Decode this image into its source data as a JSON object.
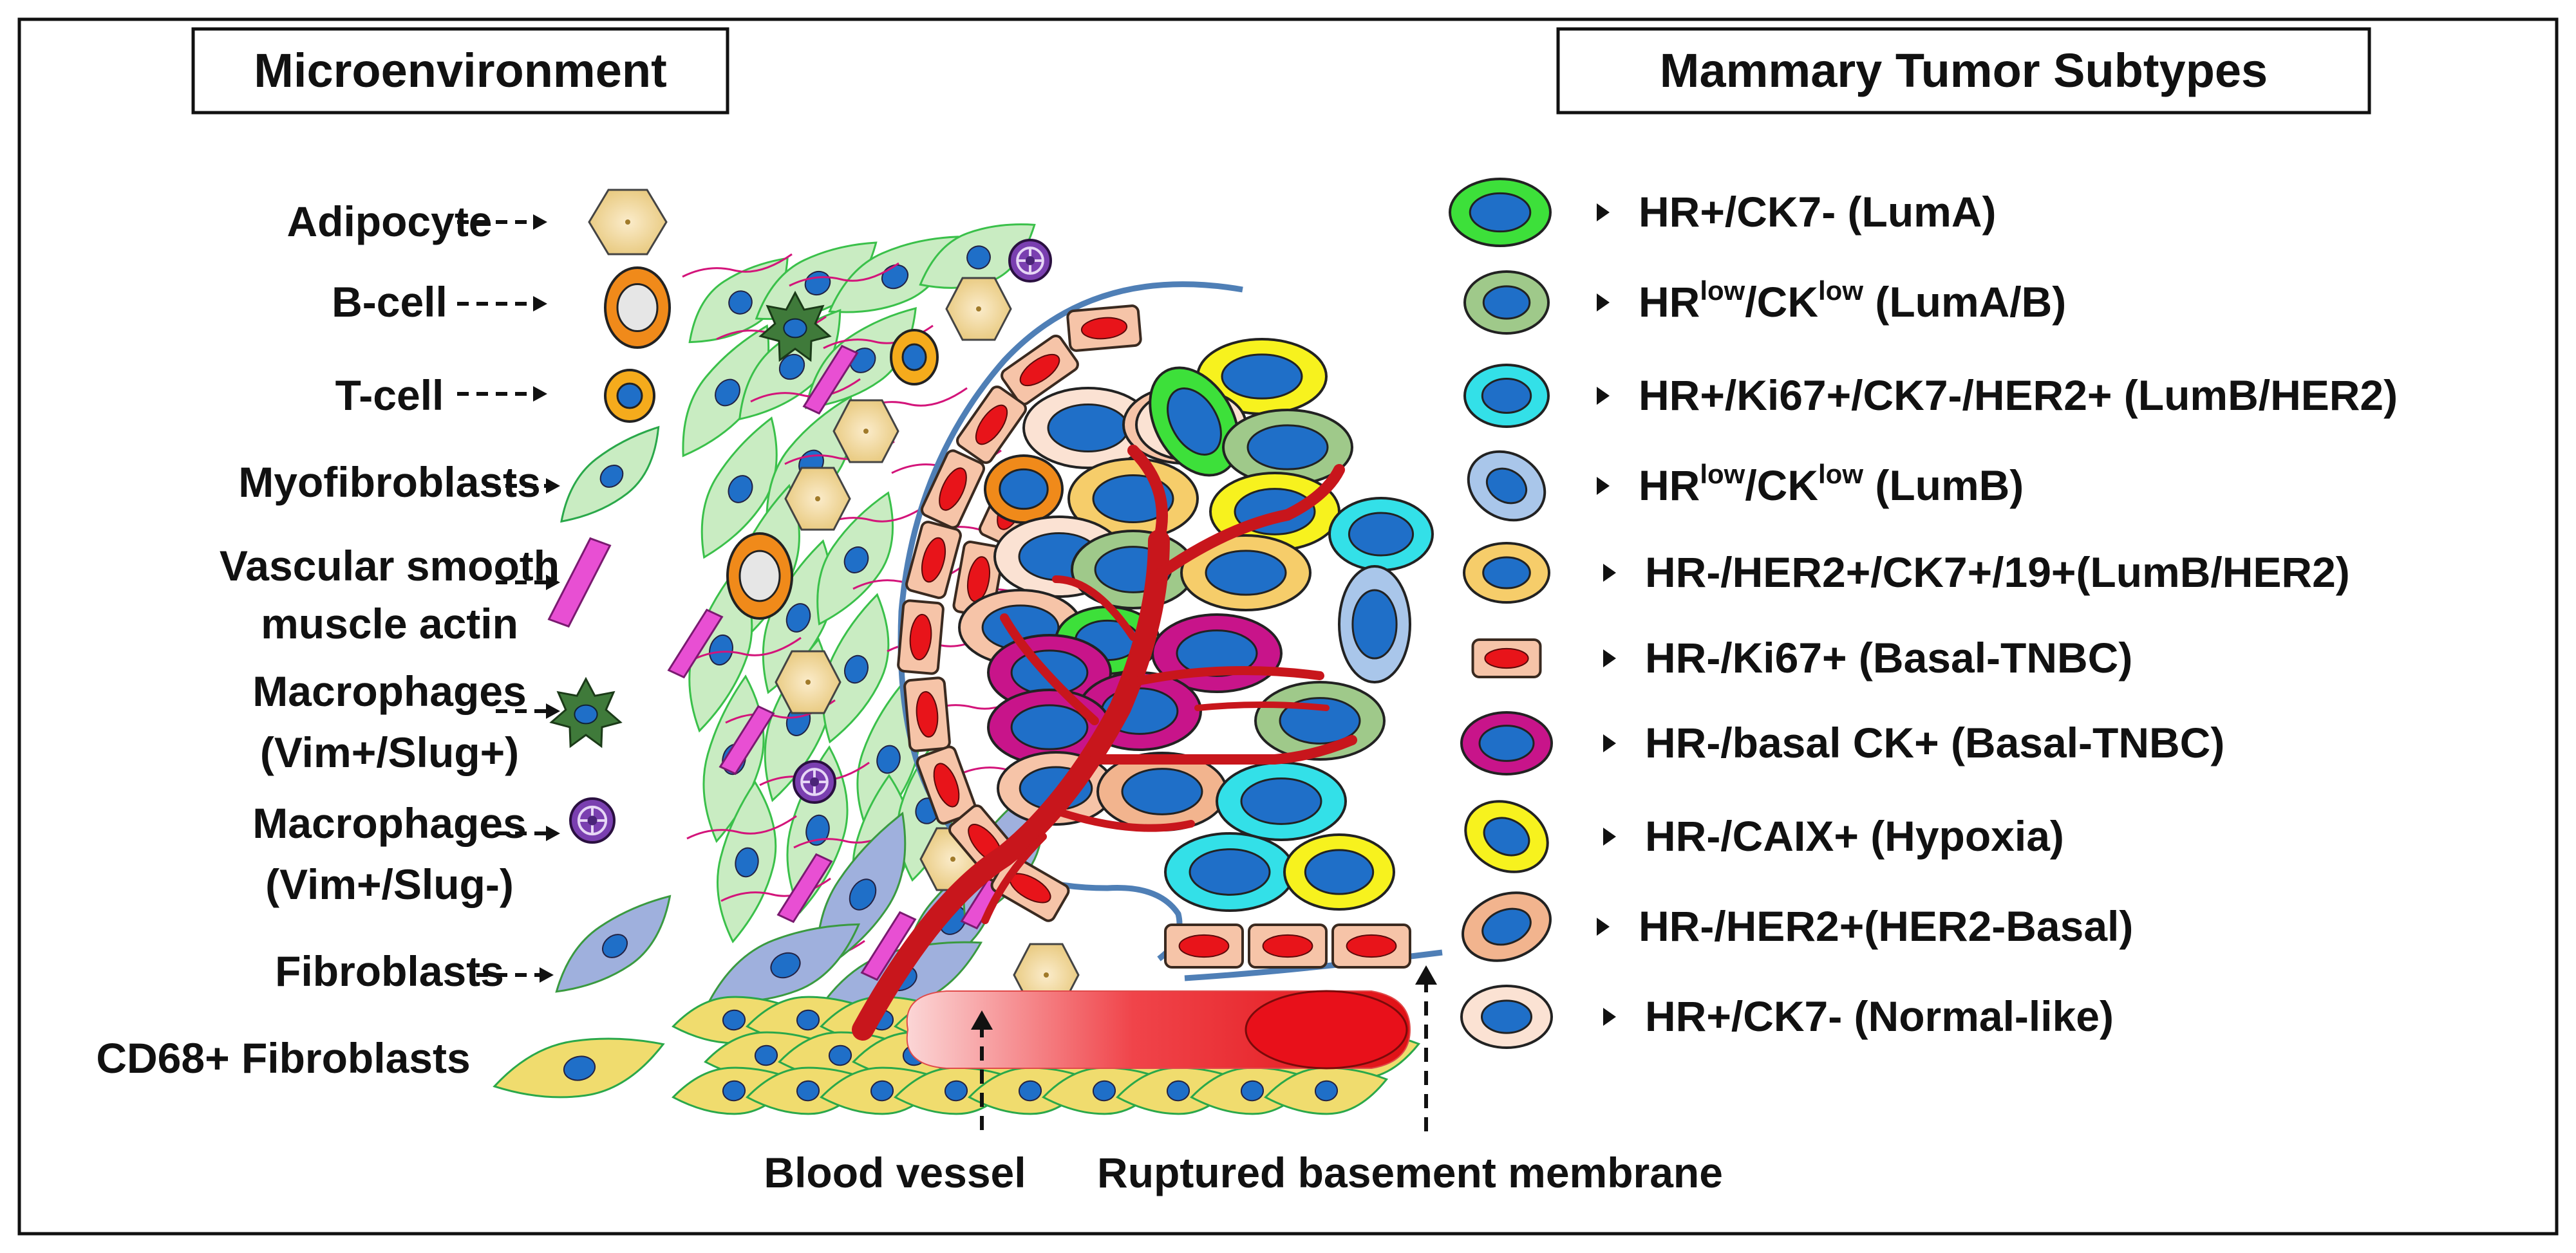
{
  "titles": {
    "left": "Microenvironment",
    "right": "Mammary Tumor Subtypes"
  },
  "microenvironment": [
    {
      "id": "adipocyte",
      "lines": [
        "Adipocyte"
      ]
    },
    {
      "id": "bcell",
      "lines": [
        "B-cell"
      ]
    },
    {
      "id": "tcell",
      "lines": [
        "T-cell"
      ]
    },
    {
      "id": "myofibroblasts",
      "lines": [
        "Myofibroblasts"
      ]
    },
    {
      "id": "vsma",
      "lines": [
        "Vascular smooth",
        "muscle actin"
      ]
    },
    {
      "id": "macro-slugpos",
      "lines": [
        "Macrophages",
        "(Vim+/Slug+)"
      ]
    },
    {
      "id": "macro-slugneg",
      "lines": [
        "Macrophages",
        "(Vim+/Slug-)"
      ]
    },
    {
      "id": "fibroblasts",
      "lines": [
        "Fibroblasts"
      ]
    },
    {
      "id": "cd68",
      "lines": [
        "CD68+ Fibroblasts"
      ]
    }
  ],
  "subtypes": [
    {
      "id": "luma",
      "parts": [
        [
          "HR+/CK7-  (LumA)",
          ""
        ]
      ]
    },
    {
      "id": "lumab",
      "parts": [
        [
          "HR",
          ""
        ],
        [
          "low",
          "sup"
        ],
        [
          "/CK",
          ""
        ],
        [
          "low",
          "sup"
        ],
        [
          " (LumA/B)",
          ""
        ]
      ]
    },
    {
      "id": "lumb-her2-a",
      "parts": [
        [
          "HR+/Ki67+/CK7-/HER2+ (LumB/HER2)",
          ""
        ]
      ]
    },
    {
      "id": "lumb",
      "parts": [
        [
          "HR",
          ""
        ],
        [
          "low",
          "sup"
        ],
        [
          "/CK",
          ""
        ],
        [
          "low",
          "sup"
        ],
        [
          " (LumB)",
          ""
        ]
      ]
    },
    {
      "id": "lumb-her2-b",
      "parts": [
        [
          "HR-/HER2+/CK7+/19+(LumB/HER2)",
          ""
        ]
      ]
    },
    {
      "id": "basal-ki67",
      "parts": [
        [
          "HR-/Ki67+ (Basal-TNBC)",
          ""
        ]
      ]
    },
    {
      "id": "basal-ck",
      "parts": [
        [
          "HR-/basal CK+ (Basal-TNBC)",
          ""
        ]
      ]
    },
    {
      "id": "hypoxia",
      "parts": [
        [
          "HR-/CAIX+ (Hypoxia)",
          ""
        ]
      ]
    },
    {
      "id": "her2-basal",
      "parts": [
        [
          "HR-/HER2+(HER2-Basal)",
          ""
        ]
      ]
    },
    {
      "id": "normal-like",
      "parts": [
        [
          "HR+/CK7- (Normal-like)",
          ""
        ]
      ]
    }
  ],
  "bottom_labels": {
    "blood_vessel": "Blood vessel",
    "basement_membrane": "Ruptured basement membrane"
  },
  "colors": {
    "nucleus_blue": "#1f6fc8",
    "nucleus_red": "#e8141a",
    "luma": "#3de03a",
    "lumab": "#9fc98a",
    "lumb_her2_a": "#33e0e8",
    "lumb": "#a9c6ea",
    "lumb_her2_b": "#f6cd6a",
    "basal_ki67": "#f6c4a8",
    "basal_ck": "#c8148a",
    "hypoxia": "#f7f21e",
    "her2_basal": "#f2b48e",
    "normal_like": "#fbe2d3",
    "adipocyte": "#f2d99a",
    "bcell": "#f08a1a",
    "tcell": "#f5ab1c",
    "myofibroblast": "#c9ecc2",
    "vsma": "#e84fd3",
    "macro_pos": "#3f7a3a",
    "macro_neg": "#7a3fb0",
    "fibroblast": "#9fb0dd",
    "cd68": "#f0dc6e",
    "vessel": "#c8161c",
    "membrane": "#4f7fb6"
  }
}
